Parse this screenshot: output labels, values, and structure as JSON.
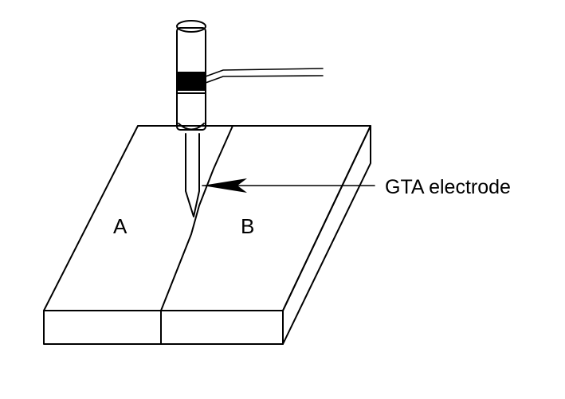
{
  "labels": {
    "plate_a": "A",
    "plate_b": "B",
    "electrode_callout": "GTA electrode"
  },
  "colors": {
    "line": "#000000",
    "background": "#ffffff"
  },
  "icons": {
    "torch": "gta-torch-icon",
    "arrow": "arrowhead-icon"
  }
}
